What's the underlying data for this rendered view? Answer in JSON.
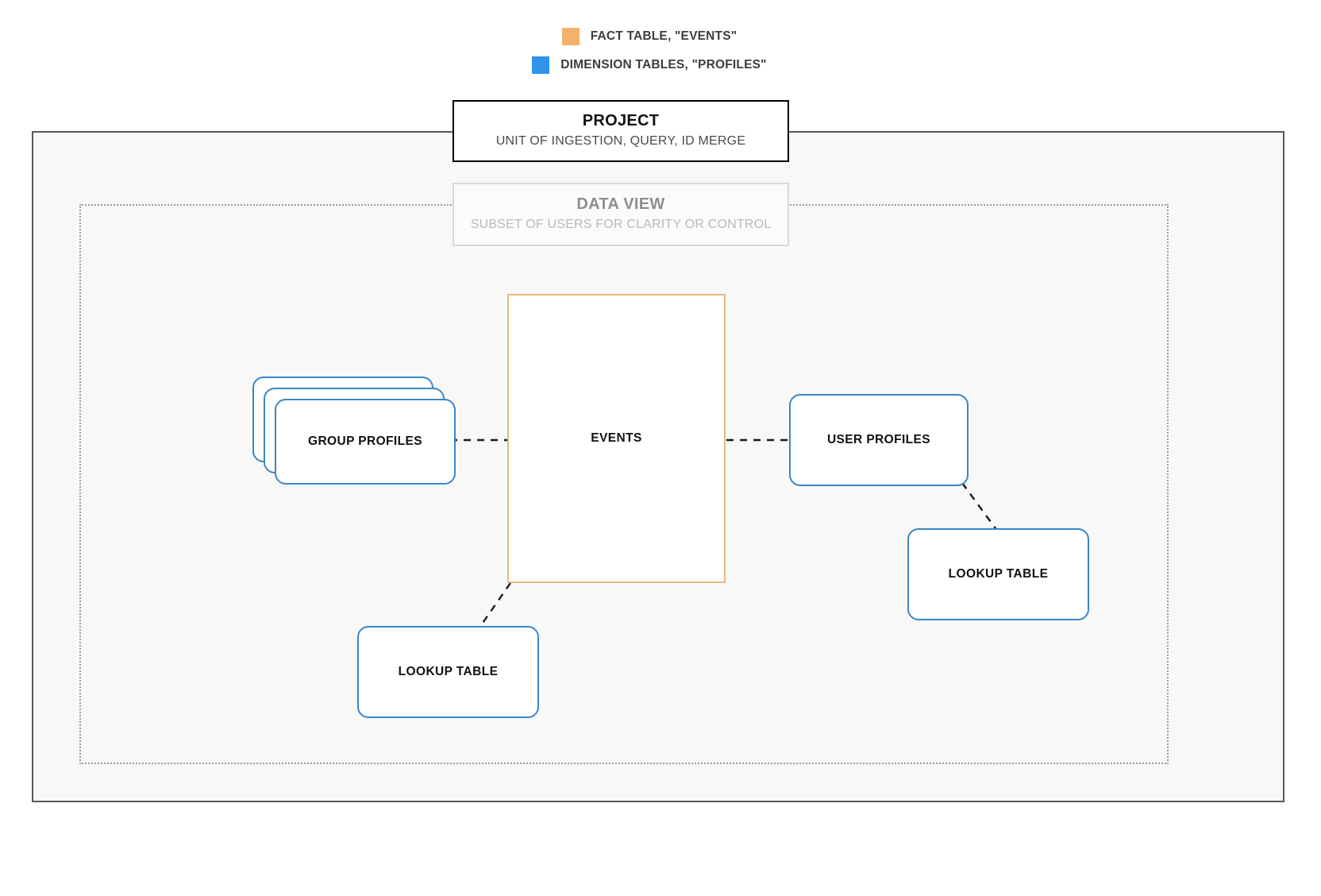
{
  "legend": {
    "items": [
      {
        "label": "FACT TABLE, \"EVENTS\"",
        "color": "#f2b26b",
        "icon": "square-swatch"
      },
      {
        "label": "DIMENSION TABLES, \"PROFILES\"",
        "color": "#2f93ec",
        "icon": "square-swatch"
      }
    ]
  },
  "project": {
    "title": "PROJECT",
    "subtitle": "UNIT OF INGESTION, QUERY, ID MERGE",
    "border_color": "#000000"
  },
  "data_view": {
    "title": "DATA VIEW",
    "subtitle": "SUBSET OF USERS FOR CLARITY OR CONTROL",
    "border_color": "#d8d8d8"
  },
  "nodes": {
    "group_profiles": {
      "label": "GROUP PROFILES",
      "color": "#3a87c8",
      "stacked": true
    },
    "events": {
      "label": "EVENTS",
      "color": "#eab880",
      "stacked": false
    },
    "user_profiles": {
      "label": "USER PROFILES",
      "color": "#3a87c8",
      "stacked": false
    },
    "lookup_table_right": {
      "label": "LOOKUP TABLE",
      "color": "#3a87c8",
      "stacked": false
    },
    "lookup_table_left": {
      "label": "LOOKUP TABLE",
      "color": "#3a87c8",
      "stacked": false
    }
  },
  "connectors": [
    {
      "from": "group_profiles",
      "to": "events",
      "style": "dashed"
    },
    {
      "from": "events",
      "to": "user_profiles",
      "style": "dashed"
    },
    {
      "from": "user_profiles",
      "to": "lookup_table_right",
      "style": "dashed"
    },
    {
      "from": "events",
      "to": "lookup_table_left",
      "style": "dashed"
    }
  ],
  "colors": {
    "fact_accent": "#f2b26b",
    "dimension_accent": "#2f93ec",
    "frame_solid": "#58585a",
    "frame_dotted": "#9a9a9a",
    "canvas": "#f8f8f8"
  }
}
